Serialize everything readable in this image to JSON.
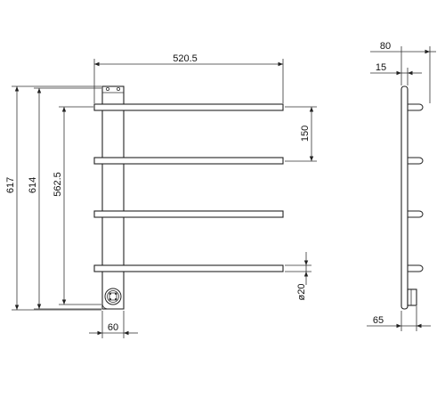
{
  "dimensions": {
    "width_total": "520.5",
    "bar_spacing": "150",
    "height_overall": "617",
    "height_second": "614",
    "height_top_bar": "562.5",
    "bar_diameter": "ø20",
    "column_width": "60",
    "side_depth": "80",
    "side_offset": "15",
    "side_bottom": "65"
  },
  "colors": {
    "line": "#222222",
    "background": "#ffffff"
  },
  "icons": [
    "heating-element-socket-icon"
  ]
}
